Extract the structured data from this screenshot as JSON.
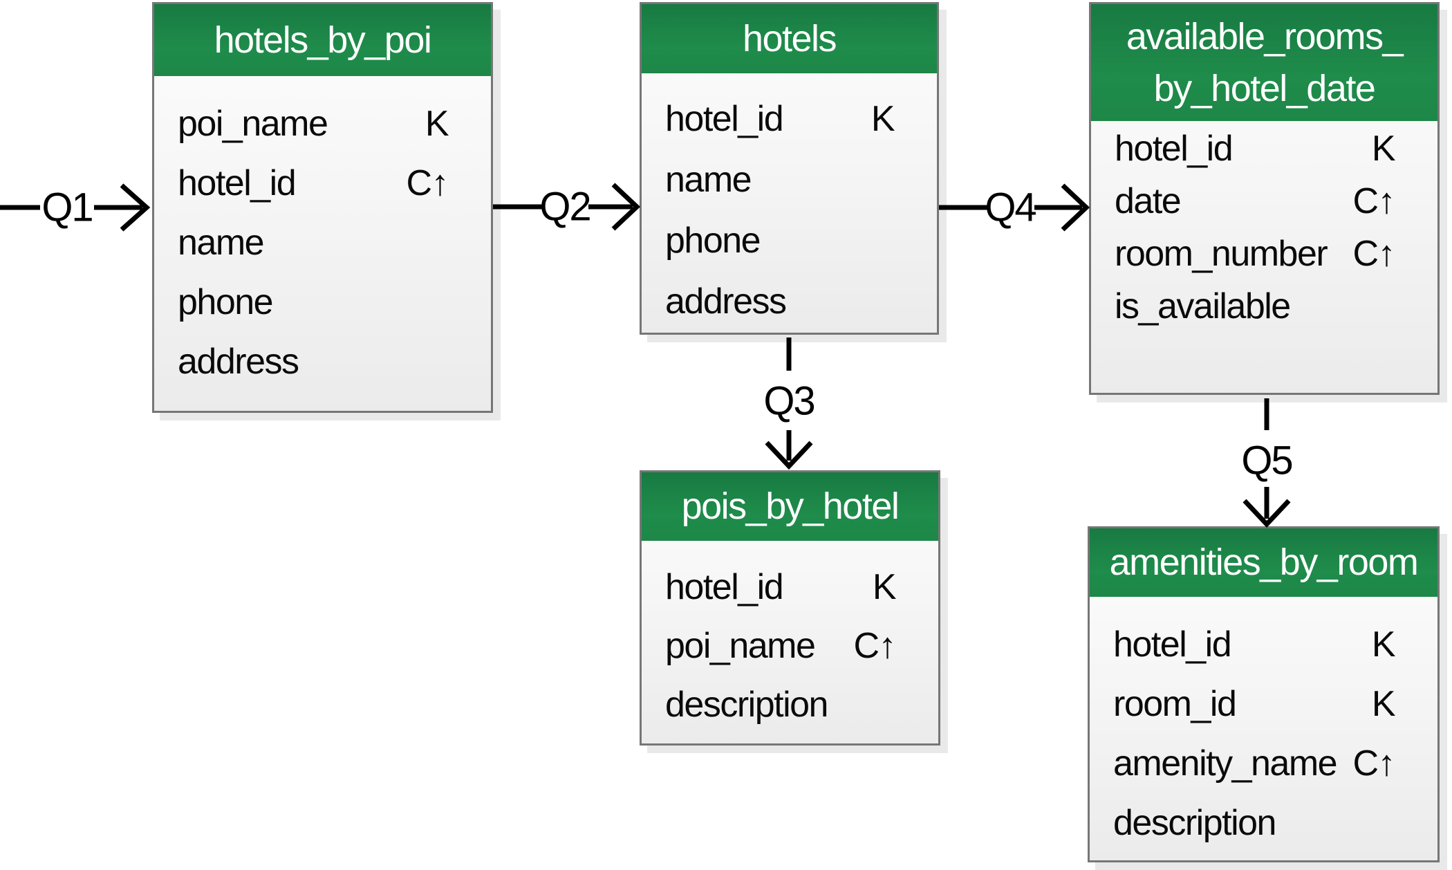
{
  "diagram": {
    "kind": "cassandra-logical-data-model",
    "colors": {
      "header_green_top": "#187a42",
      "header_green_bottom": "#1f8c4b",
      "header_text": "#ffffff",
      "body_gradient_top": "#fdfdfd",
      "body_gradient_bottom": "#ebebeb",
      "table_border": "#767676",
      "table_shadow": "#e9e9e9",
      "field_text": "#0a0a0a",
      "arrow": "#000000"
    }
  },
  "tables": [
    {
      "id": "hotels_by_poi",
      "title": "hotels_by_poi",
      "title_lines": [
        "hotels_by_poi"
      ],
      "fields": [
        {
          "name": "poi_name",
          "key": "K"
        },
        {
          "name": "hotel_id",
          "key": "C↑"
        },
        {
          "name": "name",
          "key": ""
        },
        {
          "name": "phone",
          "key": ""
        },
        {
          "name": "address",
          "key": ""
        }
      ]
    },
    {
      "id": "hotels",
      "title": "hotels",
      "title_lines": [
        "hotels"
      ],
      "fields": [
        {
          "name": "hotel_id",
          "key": "K"
        },
        {
          "name": "name",
          "key": ""
        },
        {
          "name": "phone",
          "key": ""
        },
        {
          "name": "address",
          "key": ""
        }
      ]
    },
    {
      "id": "available_rooms_by_hotel_date",
      "title": "available_rooms_by_hotel_date",
      "title_lines": [
        "available_rooms_",
        "by_hotel_date"
      ],
      "fields": [
        {
          "name": "hotel_id",
          "key": "K"
        },
        {
          "name": "date",
          "key": "C↑"
        },
        {
          "name": "room_number",
          "key": "C↑"
        },
        {
          "name": "is_available",
          "key": ""
        }
      ]
    },
    {
      "id": "pois_by_hotel",
      "title": "pois_by_hotel",
      "title_lines": [
        "pois_by_hotel"
      ],
      "fields": [
        {
          "name": "hotel_id",
          "key": "K"
        },
        {
          "name": "poi_name",
          "key": "C↑"
        },
        {
          "name": "description",
          "key": ""
        }
      ]
    },
    {
      "id": "amenities_by_room",
      "title": "amenities_by_room",
      "title_lines": [
        "amenities_by_room"
      ],
      "fields": [
        {
          "name": "hotel_id",
          "key": "K"
        },
        {
          "name": "room_id",
          "key": "K"
        },
        {
          "name": "amenity_name",
          "key": "C↑"
        },
        {
          "name": "description",
          "key": ""
        }
      ]
    }
  ],
  "queries": [
    {
      "label": "Q1",
      "from": "(external)",
      "to": "hotels_by_poi"
    },
    {
      "label": "Q2",
      "from": "hotels_by_poi",
      "to": "hotels"
    },
    {
      "label": "Q3",
      "from": "hotels",
      "to": "pois_by_hotel"
    },
    {
      "label": "Q4",
      "from": "hotels",
      "to": "available_rooms_by_hotel_date"
    },
    {
      "label": "Q5",
      "from": "available_rooms_by_hotel_date",
      "to": "amenities_by_room"
    }
  ]
}
